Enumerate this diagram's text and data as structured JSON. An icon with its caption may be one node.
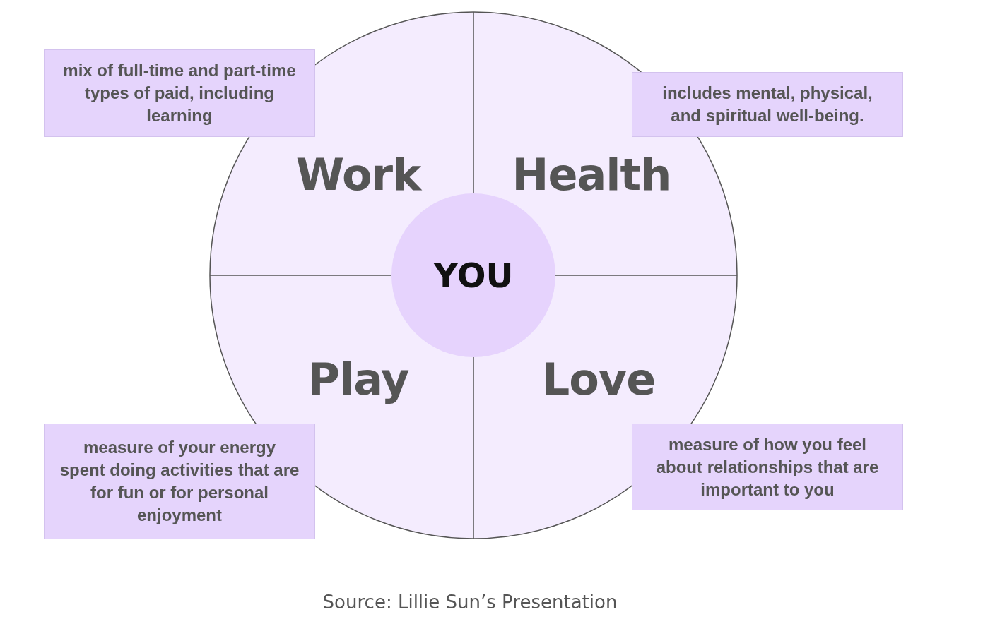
{
  "diagram": {
    "caption": "Source: Lillie Sun’s Presentation",
    "nodes": [
      {
        "text": [],
        "shape": "circle"
      },
      {
        "text": [
          "Work"
        ],
        "in": 0
      },
      {
        "text": [
          "Health"
        ],
        "in": 0
      },
      {
        "text": [
          "YOU"
        ],
        "in": 0
      },
      {
        "text": [
          "Play"
        ],
        "in": 0
      },
      {
        "text": [
          "Love"
        ],
        "in": 0
      },
      {
        "text": [
          "mix of full-time and part-time types of paid, including learning"
        ]
      },
      {
        "text": [
          "includes mental, physical, and spiritual well-being."
        ]
      },
      {
        "text": [
          "measure of your energy spent doing activities that are for fun or for personal enjoyment"
        ]
      },
      {
        "text": [
          "measure of how you feel about relationships that are important to you"
        ]
      }
    ]
  }
}
